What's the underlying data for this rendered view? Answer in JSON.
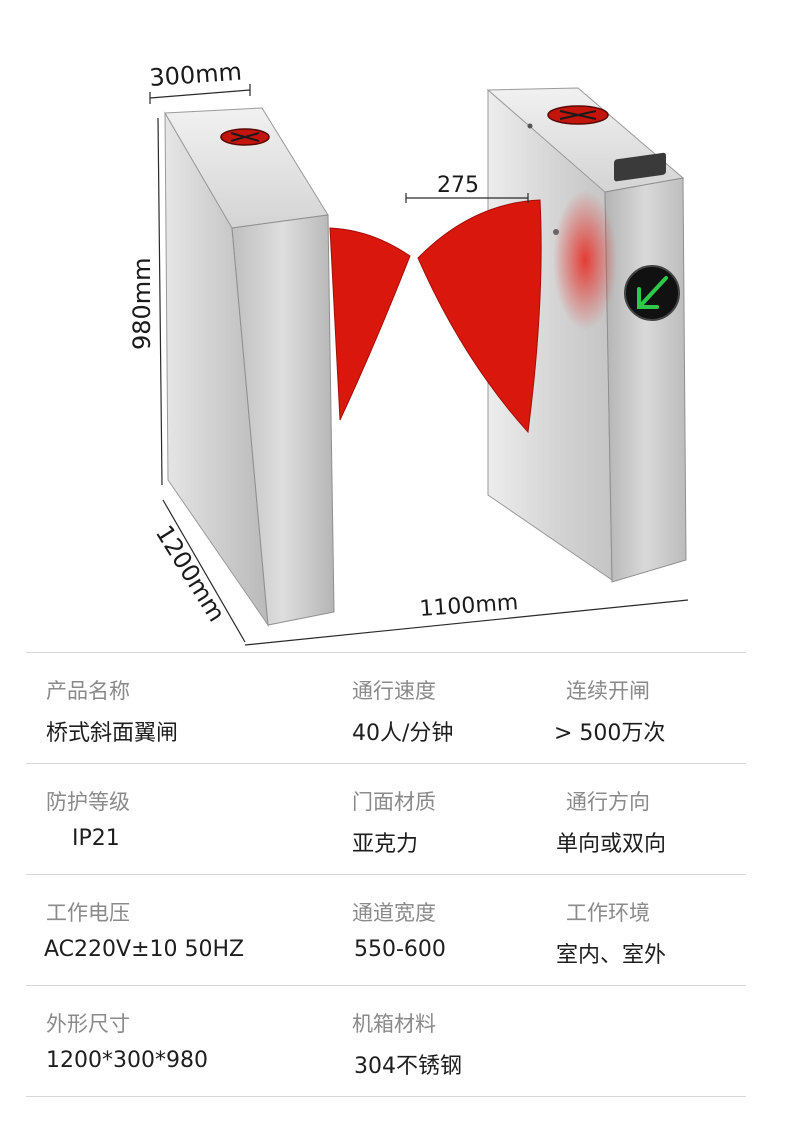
{
  "dimensions": {
    "width_top": "300mm",
    "height": "980mm",
    "depth": "1200mm",
    "length": "1100mm",
    "gap": "275"
  },
  "colors": {
    "wing_red": "#d9170c",
    "panel_steel": "#c8c8c8",
    "indicator_green": "#2ec84a"
  },
  "specs": [
    [
      {
        "label": "产品名称",
        "value": "桥式斜面翼闸"
      },
      {
        "label": "通行速度",
        "value": "40人/分钟"
      },
      {
        "label": "连续开闸",
        "value": "> 500万次"
      }
    ],
    [
      {
        "label": "防护等级",
        "value": "IP21"
      },
      {
        "label": "门面材质",
        "value": "亚克力"
      },
      {
        "label": "通行方向",
        "value": "单向或双向"
      }
    ],
    [
      {
        "label": "工作电压",
        "value": "AC220V±10 50HZ"
      },
      {
        "label": "通道宽度",
        "value": "550-600"
      },
      {
        "label": "工作环境",
        "value": "室内、室外"
      }
    ],
    [
      {
        "label": "外形尺寸",
        "value": "1200*300*980"
      },
      {
        "label": "机箱材料",
        "value": "304不锈钢"
      }
    ]
  ]
}
